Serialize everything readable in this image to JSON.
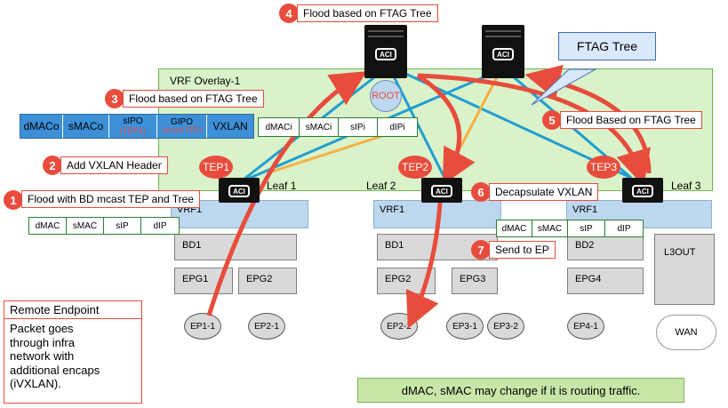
{
  "overlay_title": "VRF Overlay-1",
  "spines": [
    {
      "badge": "ACI",
      "root_label": "ROOT"
    },
    {
      "badge": "ACI"
    }
  ],
  "ftag_box": "FTAG Tree",
  "leaves": [
    {
      "name": "Leaf 1",
      "tep": "TEP1",
      "badge": "ACI"
    },
    {
      "name": "Leaf 2",
      "tep": "TEP2",
      "badge": "ACI"
    },
    {
      "name": "Leaf 3",
      "tep": "TEP3",
      "badge": "ACI"
    }
  ],
  "steps": [
    {
      "num": "1",
      "text": "Flood with BD mcast TEP and Tree"
    },
    {
      "num": "2",
      "text": "Add VXLAN Header"
    },
    {
      "num": "3",
      "text": "Flood based on FTAG Tree"
    },
    {
      "num": "4",
      "text": "Flood based on FTAG Tree"
    },
    {
      "num": "5",
      "text": "Flood Based on FTAG Tree"
    },
    {
      "num": "6",
      "text": "Decapsulate VXLAN"
    },
    {
      "num": "7",
      "text": "Send to EP"
    }
  ],
  "outer_header": [
    {
      "label": "dMACo"
    },
    {
      "label": "sMACo"
    },
    {
      "label": "sIPO",
      "sub": "(TEP1)"
    },
    {
      "label": "GIPO",
      "sub": "(mcast TEP)"
    },
    {
      "label": "VXLAN"
    }
  ],
  "inner_header": [
    "dMACi",
    "sMACi",
    "sIPi",
    "dIPi"
  ],
  "frame_left": [
    "dMAC",
    "sMAC",
    "sIP",
    "dIP"
  ],
  "frame_right": [
    "dMAC",
    "sMAC",
    "sIP",
    "dIP"
  ],
  "vrf_label": "VRF1",
  "bds": [
    "BD1",
    "BD1",
    "BD2"
  ],
  "epgs": [
    "EPG1",
    "EPG2",
    "EPG2",
    "EPG3",
    "EPG4"
  ],
  "l3out": "L3OUT",
  "endpoints": [
    "EP1-1",
    "EP2-1",
    "EP2-2",
    "EP3-1",
    "EP3-2",
    "EP4-1"
  ],
  "wan": "WAN",
  "remote": {
    "title": "Remote Endpoint",
    "body_lines": [
      "Packet goes",
      "through infra",
      "network with",
      "additional encaps",
      "(iVXLAN)."
    ]
  },
  "note": "dMAC, sMAC may change if it is routing traffic.",
  "colors": {
    "accent_red": "#e74c3c",
    "overlay_green": "#d9f2c9",
    "vrf_blue": "#bdd7ee",
    "link_teal": "#1f9ed1",
    "link_orange": "#f5b042",
    "header_blue": "#3d8fd6",
    "note_green": "#c8e6a8"
  }
}
